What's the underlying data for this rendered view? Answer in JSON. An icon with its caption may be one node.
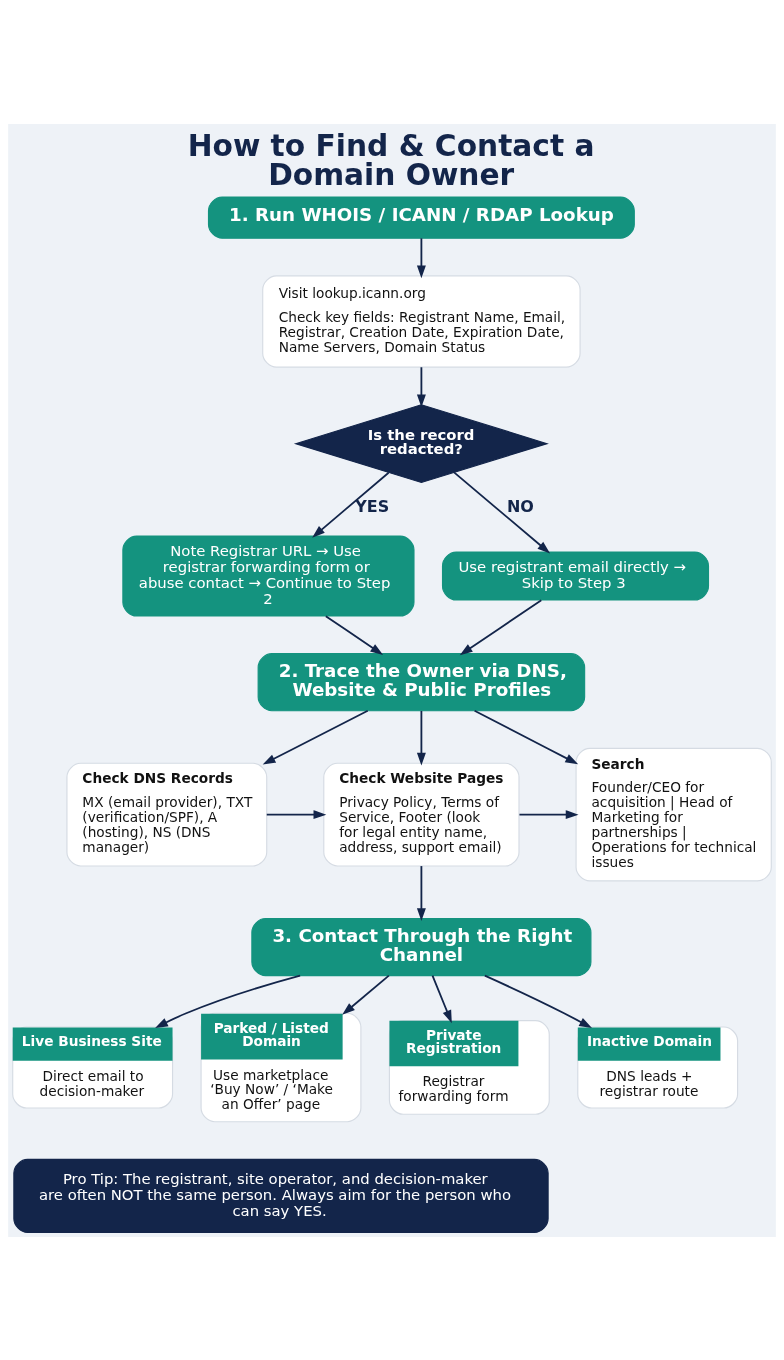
{
  "diagram": {
    "title": "How to Find & Contact a Domain Owner",
    "nodes": [
      {
        "text": [
          "1. Run WHOIS / ICANN / RDAP Lookup"
        ]
      },
      {
        "text": [
          "Visit lookup.icann.org",
          "Check key fields: Registrant Name, Email, Registrar, Creation Date, Expiration Date, Name Servers, Domain Status"
        ]
      },
      {
        "text": [
          "Is the record redacted?"
        ]
      },
      {
        "text": [
          "Note Registrar URL → Use registrar forwarding form or abuse contact → Continue to Step 2"
        ]
      },
      {
        "text": [
          "Use registrant email directly → Skip to Step 3"
        ]
      },
      {
        "text": [
          "2. Trace the Owner via DNS, Website & Public Profiles"
        ]
      },
      {
        "text": [
          "Check DNS Records",
          "MX (email provider), TXT (verification/SPF), A (hosting), NS (DNS manager)"
        ]
      },
      {
        "text": [
          "Check Website Pages",
          "Privacy Policy, Terms of Service, Footer (look for legal entity name, address, support email)"
        ]
      },
      {
        "text": [
          "Search",
          "Founder/CEO for acquisition | Head of Marketing for partnerships | Operations for technical issues"
        ]
      },
      {
        "text": [
          "3. Contact Through the Right Channel"
        ]
      },
      {
        "text": [
          "Live Business Site",
          "Direct email to decision-maker"
        ]
      },
      {
        "text": [
          "Parked / Listed Domain",
          "Use marketplace ‘Buy Now’ / ‘Make an Offer’ page"
        ]
      },
      {
        "text": [
          "Private Registration",
          "Registrar forwarding form"
        ]
      },
      {
        "text": [
          "Inactive Domain",
          "DNS leads + registrar route"
        ]
      },
      {
        "text": [
          "Pro Tip: The registrant, site operator, and decision-maker are often NOT the same person. Always aim for the person who can say YES."
        ]
      }
    ],
    "edges": [
      {
        "from": 0,
        "to": 1,
        "arrow": "to"
      },
      {
        "from": 1,
        "to": 2,
        "arrow": "to"
      },
      {
        "from": 2,
        "to": 3,
        "arrow": "to",
        "label": "YES"
      },
      {
        "from": 2,
        "to": 4,
        "arrow": "to",
        "label": "NO"
      },
      {
        "from": 3,
        "to": 5,
        "arrow": "to"
      },
      {
        "from": 4,
        "to": 5,
        "arrow": "to"
      },
      {
        "from": 5,
        "to": 6,
        "arrow": "to"
      },
      {
        "from": 5,
        "to": 7,
        "arrow": "to"
      },
      {
        "from": 5,
        "to": 8,
        "arrow": "to"
      },
      {
        "from": 6,
        "to": 7,
        "arrow": "to"
      },
      {
        "from": 7,
        "to": 8,
        "arrow": "to"
      },
      {
        "from": 7,
        "to": 9,
        "arrow": "to"
      },
      {
        "from": 9,
        "to": 10,
        "arrow": "to"
      },
      {
        "from": 9,
        "to": 11,
        "arrow": "to"
      },
      {
        "from": 9,
        "to": 12,
        "arrow": "to"
      },
      {
        "from": 9,
        "to": 13,
        "arrow": "to"
      }
    ]
  }
}
